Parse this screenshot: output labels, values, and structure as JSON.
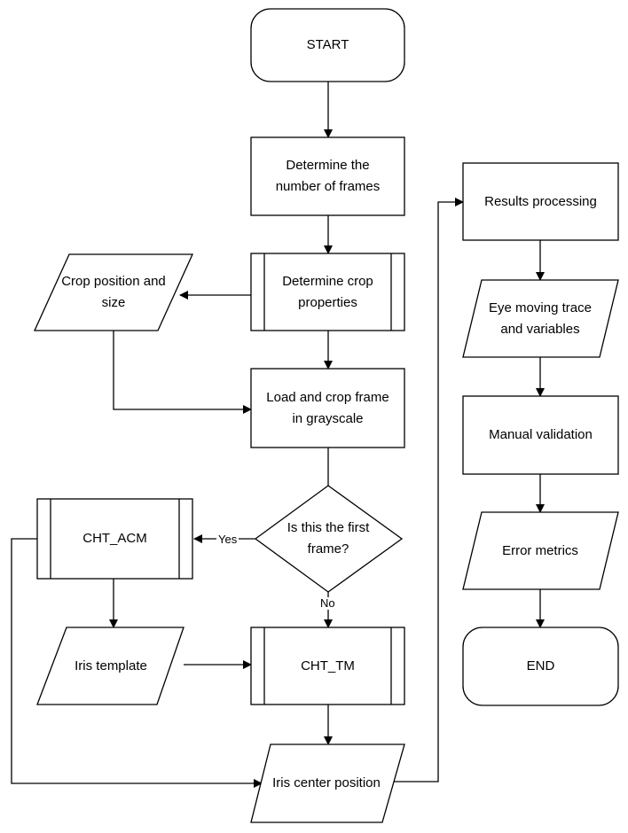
{
  "nodes": {
    "start": "START",
    "frames": "Determine the\nnumber of frames",
    "crop_props": "Determine crop\nproperties",
    "crop_pos": "Crop position and\nsize",
    "load_crop": "Load and crop frame\nin grayscale",
    "decision": "Is this the first\nframe?",
    "cht_acm": "CHT_ACM",
    "iris_template": "Iris template",
    "cht_tm": "CHT_TM",
    "iris_center": "Iris center position",
    "results": "Results processing",
    "eye_trace": "Eye moving trace\nand variables",
    "manual": "Manual validation",
    "error": "Error metrics",
    "end": "END"
  },
  "edges": {
    "yes": "Yes",
    "no": "No"
  }
}
